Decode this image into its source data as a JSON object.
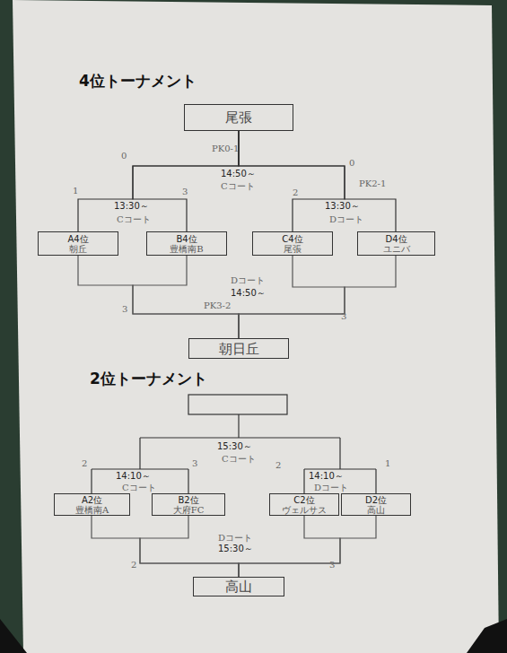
{
  "diagram": {
    "nodes": [
      {
        "text": [
          "尾張"
        ]
      },
      {
        "text": [
          "A4位",
          "朝丘"
        ]
      },
      {
        "text": [
          "B4位",
          "豊橋南B"
        ]
      },
      {
        "text": [
          "C4位",
          "尾張"
        ]
      },
      {
        "text": [
          "D4位",
          "ユニバ"
        ]
      },
      {
        "text": [
          "朝日丘"
        ]
      },
      {
        "text": [
          "A2位",
          "豊橋南A"
        ]
      },
      {
        "text": [
          "B2位",
          "大府FC"
        ]
      },
      {
        "text": [
          "C2位",
          "ヴェルサス"
        ]
      },
      {
        "text": [
          "D2位",
          "高山"
        ]
      },
      {
        "text": [
          "高山"
        ]
      }
    ],
    "edges": [
      {
        "from": 1,
        "to": 0,
        "arrow": "none"
      },
      {
        "from": 2,
        "to": 0,
        "arrow": "none"
      },
      {
        "from": 3,
        "to": 0,
        "arrow": "none"
      },
      {
        "from": 4,
        "to": 0,
        "arrow": "none"
      },
      {
        "from": 1,
        "to": 5,
        "arrow": "none"
      },
      {
        "from": 2,
        "to": 5,
        "arrow": "none"
      },
      {
        "from": 3,
        "to": 5,
        "arrow": "none"
      },
      {
        "from": 4,
        "to": 5,
        "arrow": "none"
      },
      {
        "from": 6,
        "to": 10,
        "arrow": "none"
      },
      {
        "from": 7,
        "to": 10,
        "arrow": "none"
      },
      {
        "from": 8,
        "to": 10,
        "arrow": "none"
      },
      {
        "from": 9,
        "to": 10,
        "arrow": "none"
      }
    ],
    "labels": [
      "4位トーナメント",
      "PK0-1",
      "0",
      "0",
      "14:50～",
      "Cコート",
      "1",
      "3",
      "13:30～",
      "Cコート",
      "2",
      "PK2-1",
      "13:30～",
      "Dコート",
      "Dコート",
      "14:50～",
      "PK3-2",
      "3",
      "3",
      "2位トーナメント",
      "15:30～",
      "Cコート",
      "2",
      "3",
      "14:10～",
      "Cコート",
      "2",
      "14:10～",
      "Dコート",
      "1",
      "Dコート",
      "15:30～",
      "2",
      "3"
    ]
  }
}
